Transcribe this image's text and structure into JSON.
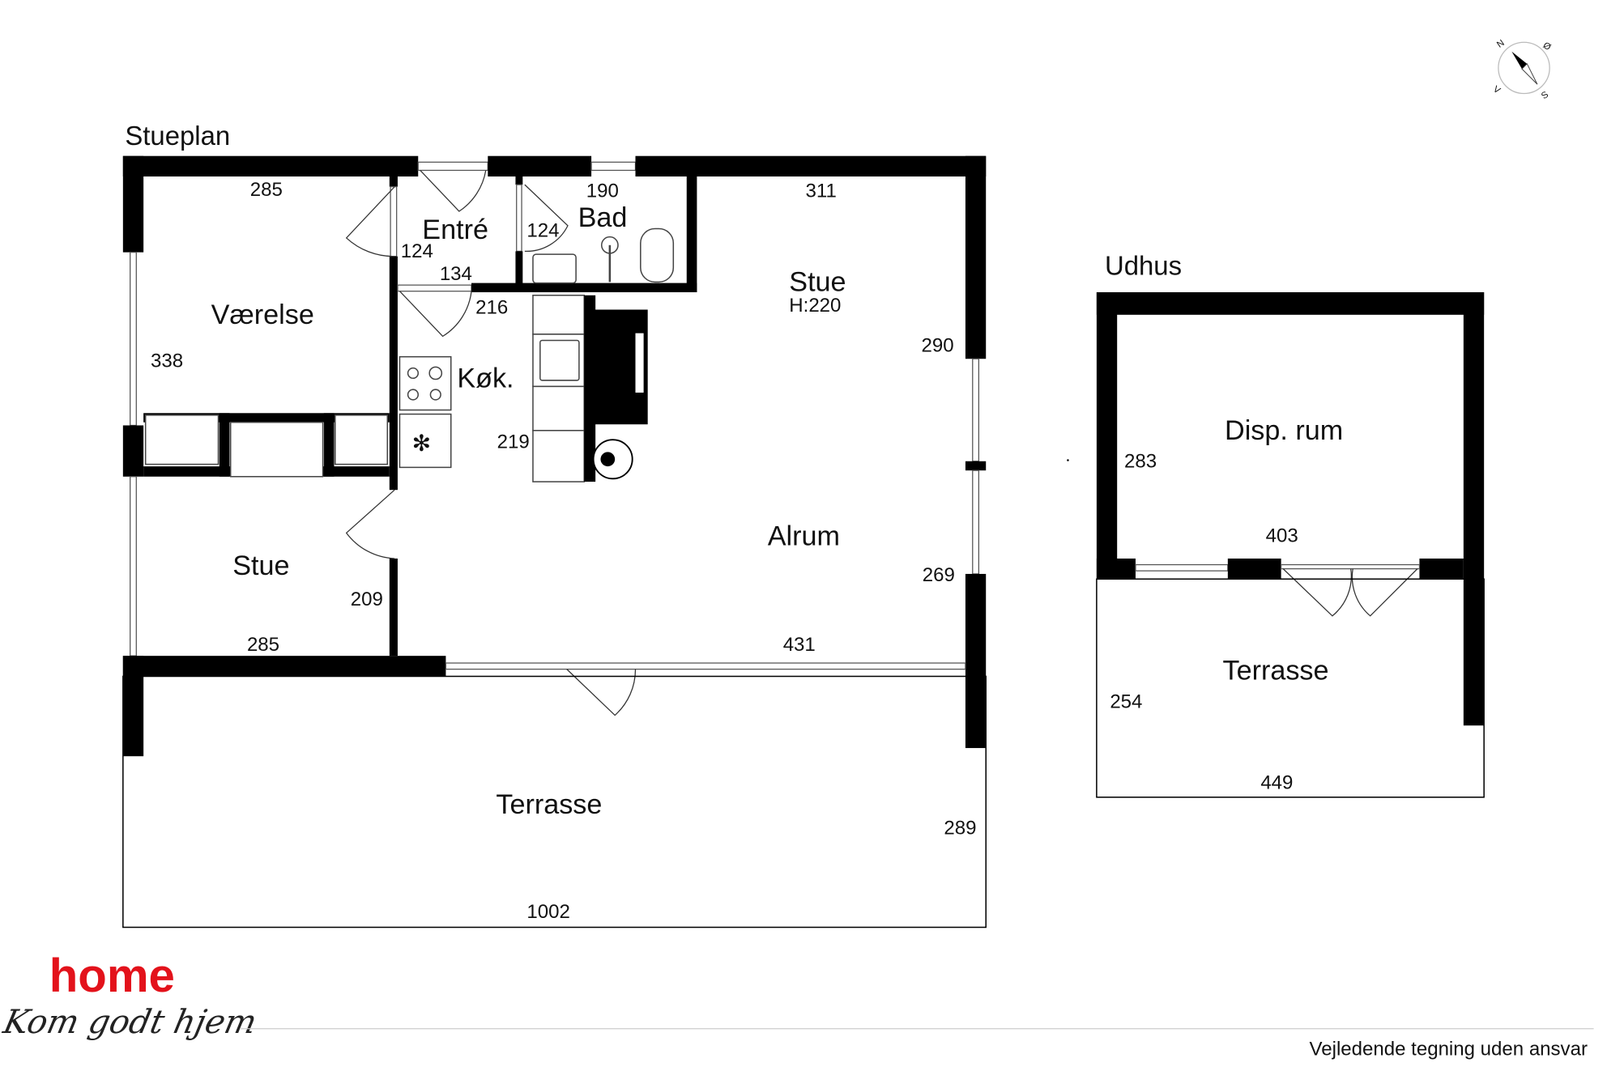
{
  "plans": {
    "main_title": "Stueplan",
    "outbuilding_title": "Udhus"
  },
  "rooms": {
    "entre": "Entré",
    "bad": "Bad",
    "vaerelse": "Værelse",
    "kokken": "Køk.",
    "stue_small": "Stue",
    "stue_main": "Stue",
    "stue_height": "H:220",
    "alrum": "Alrum",
    "terrasse_main": "Terrasse",
    "disp_rum": "Disp. rum",
    "terrasse_udhus": "Terrasse"
  },
  "dimensions": {
    "vaerelse_top": "285",
    "entre_left": "124",
    "entre_bottom": "134",
    "bad_top": "190",
    "bad_left": "124",
    "stue_top": "311",
    "kok_top": "216",
    "vaerelse_side": "338",
    "stue_right": "290",
    "kok_side": "219",
    "alrum_right": "269",
    "stue_small_side": "209",
    "stue_small_bottom": "285",
    "alrum_bottom": "431",
    "terrasse_right": "289",
    "terrasse_bottom": "1002",
    "disp_side": "283",
    "disp_bottom": "403",
    "udhus_terrasse_side": "254",
    "udhus_terrasse_bottom": "449"
  },
  "compass": {
    "n": "N",
    "e": "Ø",
    "s": "S",
    "w": "V"
  },
  "logo": {
    "brand": "home",
    "slogan": "Kom godt hjem"
  },
  "footer": {
    "disclaimer": "Vejledende tegning uden ansvar"
  },
  "colors": {
    "brand_red": "#e3121b",
    "wall": "#000000"
  }
}
